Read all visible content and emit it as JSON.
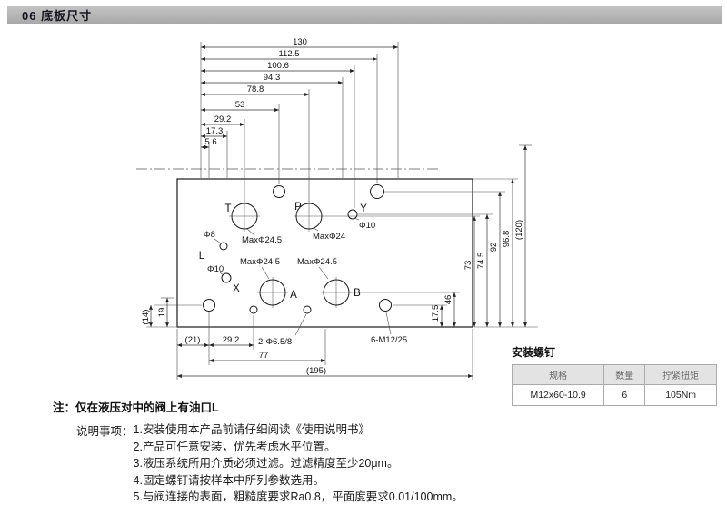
{
  "header": {
    "title": "06 底板尺寸"
  },
  "diagram": {
    "dims_top": {
      "d130": "130",
      "d112_5": "112.5",
      "d100_6": "100.6",
      "d94_3": "94.3",
      "d78_8": "78.8",
      "d53": "53",
      "d29_2": "29.2",
      "d17_3": "17.3",
      "d5_6": "5.6"
    },
    "dims_right": {
      "d17_5": "17.5",
      "d46": "46",
      "d73": "73",
      "d74_5": "74.5",
      "d92": "92",
      "d96_8": "96.8",
      "d120": "(120)"
    },
    "dims_left": {
      "d19": "19",
      "d14": "(14)"
    },
    "dims_bottom": {
      "d21": "(21)",
      "d29_2": "29.2",
      "d77": "77",
      "d195": "(195)"
    },
    "ports": {
      "t": "T",
      "p": "P",
      "y": "Y",
      "l": "L",
      "x": "X",
      "a": "A",
      "b": "B"
    },
    "features": {
      "phi8": "Φ8",
      "phi10_top": "Φ10",
      "phi10_left": "Φ10",
      "max_t": "MaxΦ24.5",
      "max_p": "MaxΦ24",
      "max_a": "MaxΦ24.5",
      "max_b": "MaxΦ24.5",
      "holes_small": "2-Φ6.5/8",
      "holes_mount": "6-M12/25"
    }
  },
  "note": {
    "text": "注：仅在液压对中的阀上有油口L"
  },
  "screws_table": {
    "title": "安装螺钉",
    "headers": [
      "规格",
      "数量",
      "拧紧扭矩"
    ],
    "rows": [
      [
        "M12x60-10.9",
        "6",
        "105Nm"
      ]
    ]
  },
  "instructions": {
    "label": "说明事项：",
    "items": [
      "1.安装使用本产品前请仔细阅读《使用说明书》",
      "2.产品可任意安装，优先考虑水平位置。",
      "3.液压系统所用介质必须过滤。过滤精度至少20μm。",
      "4.固定螺钉请按样本中所列参数选用。",
      "5.与阀连接的表面，粗糙度要求Ra0.8，平面度要求0.01/100mm。"
    ]
  }
}
